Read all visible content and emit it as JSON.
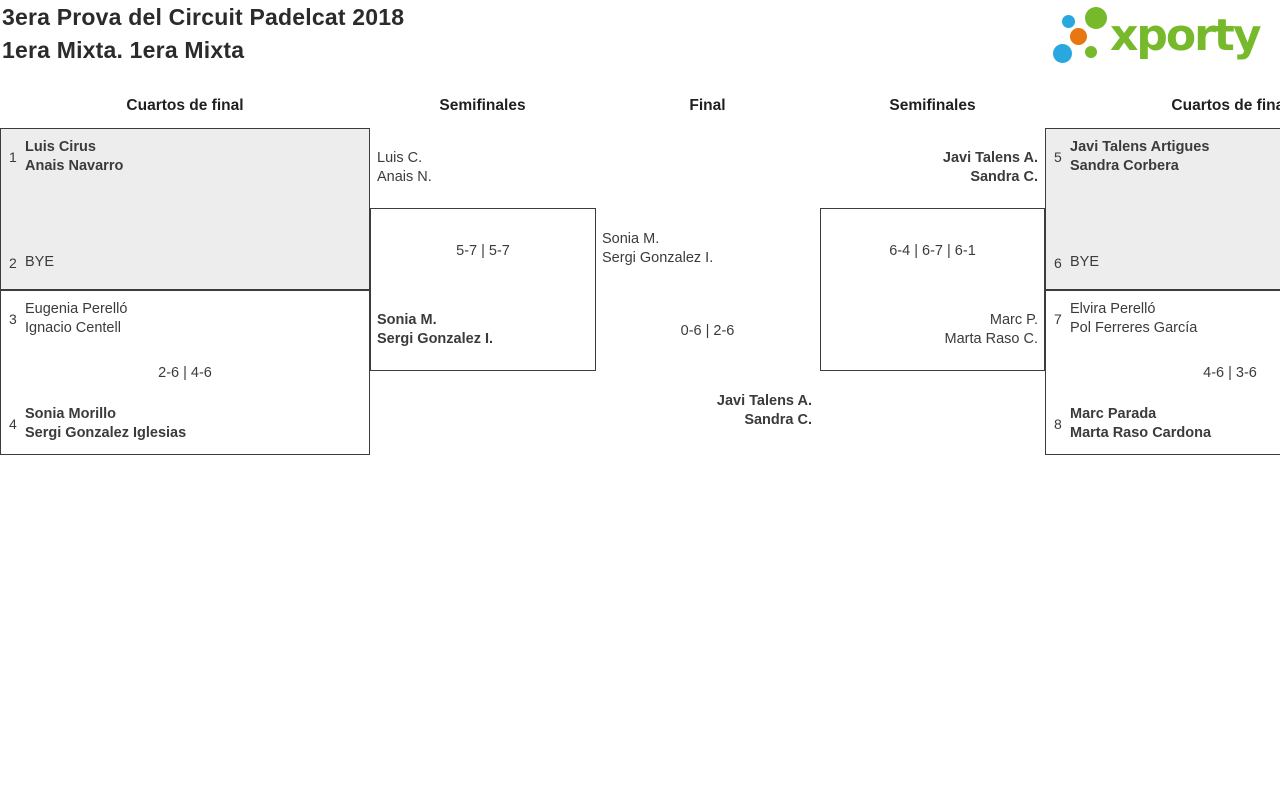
{
  "header": {
    "title": "3era Prova del Circuit Padelcat 2018",
    "subtitle": "1era Mixta. 1era Mixta",
    "logo_text": "xporty"
  },
  "round_headers": [
    "Cuartos de final",
    "Semifinales",
    "Final",
    "Semifinales",
    "Cuartos de final"
  ],
  "colors": {
    "logo_green": "#76b92a",
    "logo_blue": "#29a8e0",
    "logo_orange": "#e87611",
    "match_highlight_bg": "#ededed",
    "box_border": "#3c3c3c",
    "text": "#3b3b3b"
  },
  "bracket": {
    "left_quarterfinals": [
      {
        "top": {
          "seed": "1",
          "names": [
            "Luis Cirus",
            "Anais Navarro"
          ],
          "winner": true
        },
        "bottom": {
          "seed": "2",
          "names": [
            "BYE",
            ""
          ],
          "winner": false
        },
        "score": ""
      },
      {
        "top": {
          "seed": "3",
          "names": [
            "Eugenia Perelló",
            "Ignacio Centell"
          ],
          "winner": false
        },
        "bottom": {
          "seed": "4",
          "names": [
            "Sonia Morillo",
            "Sergi Gonzalez Iglesias"
          ],
          "winner": true
        },
        "score": "2-6 | 4-6"
      }
    ],
    "left_semifinal": {
      "top": {
        "names": [
          "Luis C.",
          "Anais N."
        ],
        "winner": false
      },
      "bottom": {
        "names": [
          "Sonia M.",
          "Sergi Gonzalez I."
        ],
        "winner": true
      },
      "score": "5-7 | 5-7"
    },
    "final": {
      "top": {
        "names": [
          "Sonia M.",
          "Sergi Gonzalez I."
        ],
        "winner": false
      },
      "score": "0-6 | 2-6",
      "champion": {
        "names": [
          "Javi Talens A.",
          "Sandra C."
        ],
        "winner": true
      }
    },
    "right_semifinal": {
      "top": {
        "names": [
          "Javi Talens A.",
          "Sandra C."
        ],
        "winner": true
      },
      "bottom": {
        "names": [
          "Marc P.",
          "Marta Raso C."
        ],
        "winner": false
      },
      "score": "6-4 | 6-7 | 6-1"
    },
    "right_quarterfinals": [
      {
        "top": {
          "seed": "5",
          "names": [
            "Javi Talens Artigues",
            "Sandra Corbera"
          ],
          "winner": true
        },
        "bottom": {
          "seed": "6",
          "names": [
            "BYE",
            ""
          ],
          "winner": false
        },
        "score": ""
      },
      {
        "top": {
          "seed": "7",
          "names": [
            "Elvira Perelló",
            "Pol Ferreres García"
          ],
          "winner": false
        },
        "bottom": {
          "seed": "8",
          "names": [
            "Marc Parada",
            "Marta Raso Cardona"
          ],
          "winner": true
        },
        "score": "4-6 | 3-6"
      }
    ]
  }
}
